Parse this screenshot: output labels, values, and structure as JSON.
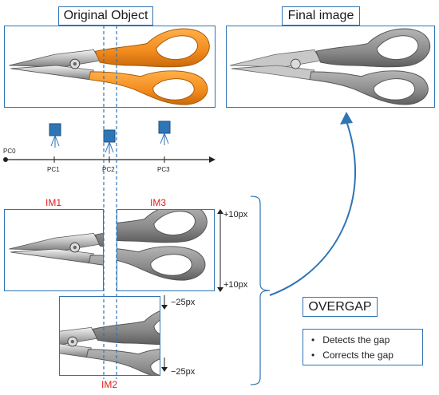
{
  "titles": {
    "original": "Original Object",
    "final": "Final image"
  },
  "positions": {
    "pc0": "PC0",
    "pc1": "PC1",
    "pc2": "PC2",
    "pc3": "PC3"
  },
  "image_labels": {
    "im1": "IM1",
    "im2": "IM2",
    "im3": "IM3"
  },
  "offsets": {
    "im3_top": "+10px",
    "im3_bottom": "+10px",
    "im2_top": "−25px",
    "im2_bottom": "−25px"
  },
  "overgap": {
    "title": "OVERGAP",
    "bullets": [
      "Detects the gap",
      "Corrects the gap"
    ]
  },
  "colors": {
    "accent_blue": "#2E75B6",
    "label_red": "#E0201B",
    "handle_orange": "#F28A1C",
    "handle_gray": "#8a8a8a"
  }
}
